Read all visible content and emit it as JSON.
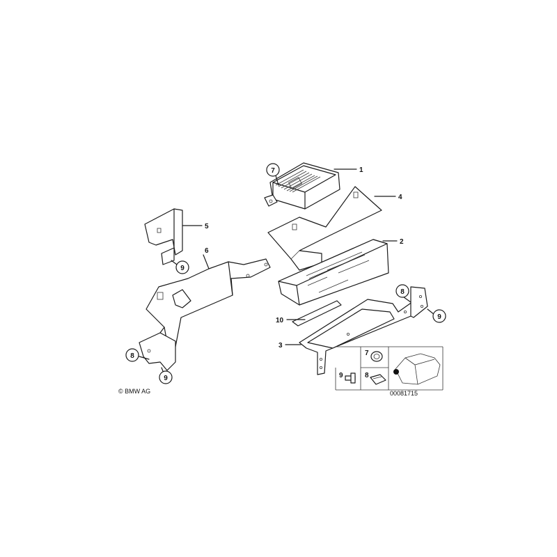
{
  "copyright": "© BMW AG",
  "diagram_number": "00081715",
  "callouts": {
    "c1": "1",
    "c2": "2",
    "c3": "3",
    "c4": "4",
    "c5": "5",
    "c6": "6",
    "c7_top": "7",
    "c7_legend": "7",
    "c8_right": "8",
    "c8_left": "8",
    "c8_legend": "8",
    "c9_right": "9",
    "c9_left_upper": "9",
    "c9_left_lower": "9",
    "c9_legend": "9",
    "c10": "10"
  }
}
